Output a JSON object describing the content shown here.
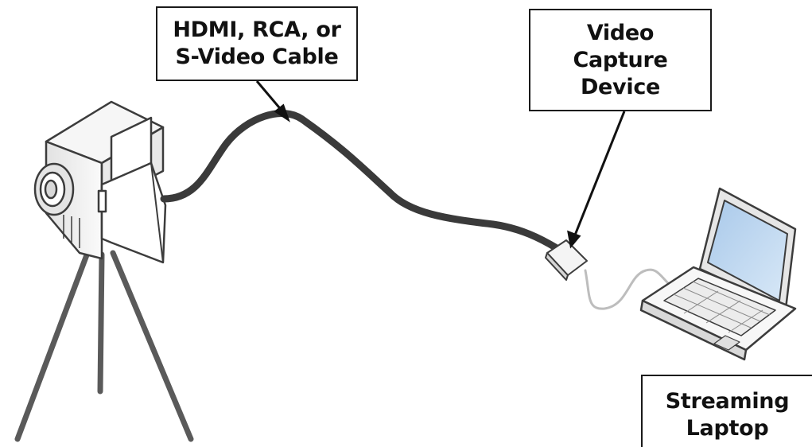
{
  "labels": {
    "cable": {
      "line1": "HDMI, RCA, or",
      "line2": "S-Video Cable"
    },
    "capture": {
      "line1": "Video",
      "line2": "Capture",
      "line3": "Device"
    },
    "laptop": {
      "line1": "Streaming",
      "line2": "Laptop"
    }
  },
  "colors": {
    "cable": "#3a3a3a",
    "usb_cable": "#bdbdbd",
    "outline": "#3c3c3c",
    "screen": "#b9d4ee",
    "camera_body": "#f1f1f1"
  },
  "icons": [
    "camcorder-icon",
    "tripod-icon",
    "capture-dongle-icon",
    "laptop-icon"
  ]
}
